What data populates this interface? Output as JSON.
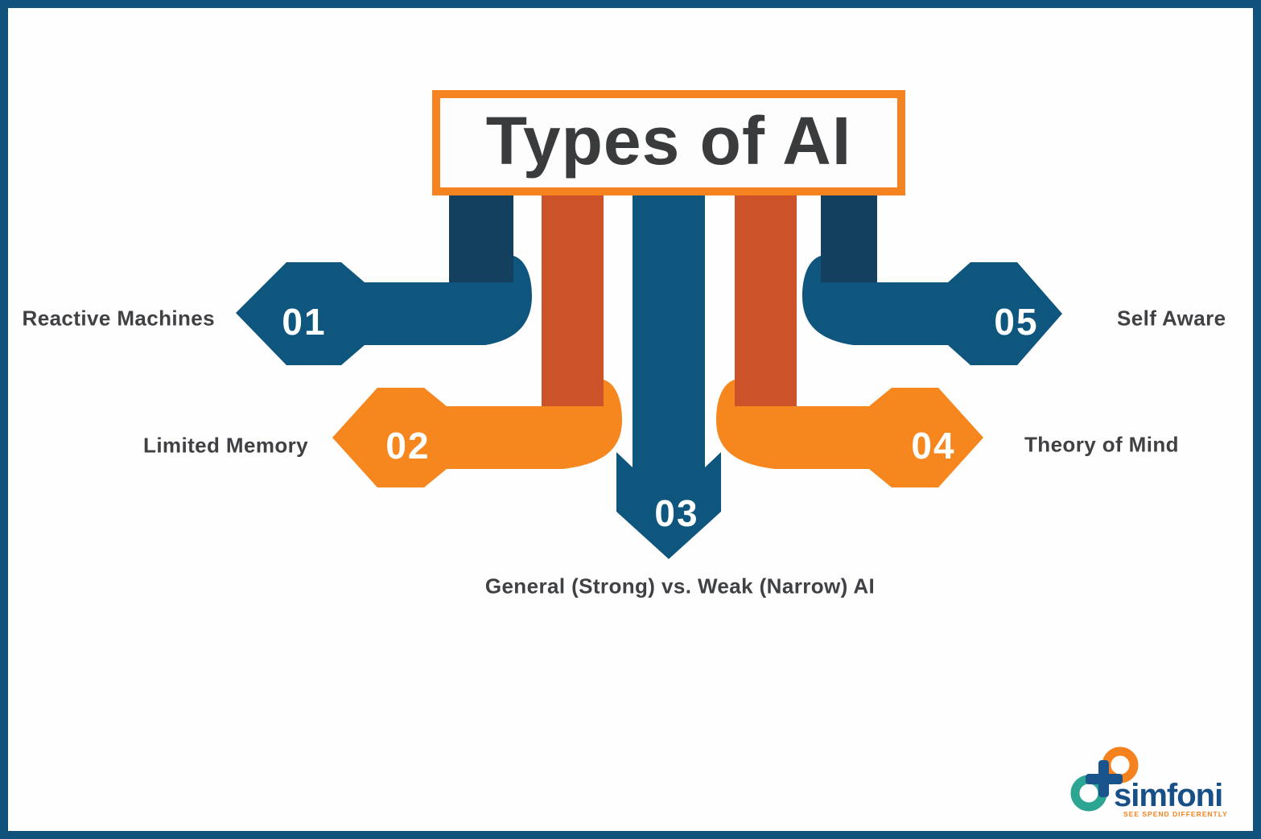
{
  "title": "Types of AI",
  "steps": [
    {
      "number": "01",
      "label": "Reactive Machines",
      "side": "left",
      "arrow_color": "blue",
      "connector_color": "navy"
    },
    {
      "number": "02",
      "label": "Limited Memory",
      "side": "left",
      "arrow_color": "orange",
      "connector_color": "dark-orange"
    },
    {
      "number": "03",
      "label": "General (Strong) vs. Weak (Narrow) AI",
      "side": "down",
      "arrow_color": "blue",
      "connector_color": "blue"
    },
    {
      "number": "04",
      "label": "Theory of Mind",
      "side": "right",
      "arrow_color": "orange",
      "connector_color": "dark-orange"
    },
    {
      "number": "05",
      "label": "Self Aware",
      "side": "right",
      "arrow_color": "blue",
      "connector_color": "navy"
    }
  ],
  "logo": {
    "name": "simfoni",
    "tagline": "SEE SPEND DIFFERENTLY"
  },
  "palette": {
    "frame_border": "#11527D",
    "navy": "#14405F",
    "blue": "#0F567F",
    "dark_orange": "#CC5329",
    "orange": "#F6871F",
    "title_border": "#F5831F",
    "text_dark": "#3F4144",
    "number_text": "#FFFFFF",
    "logo_blue": "#174F87",
    "logo_teal": "#2CA593",
    "logo_orange": "#F5821E",
    "background": "#FEFEFE"
  }
}
